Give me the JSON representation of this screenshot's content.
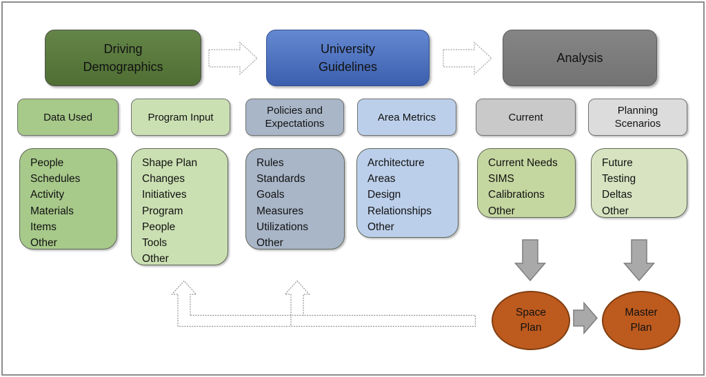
{
  "top_row": {
    "driving_demographics": "Driving\nDemographics",
    "university_guidelines": "University\nGuidelines",
    "analysis": "Analysis"
  },
  "columns": [
    {
      "header": "Data Used",
      "items": [
        "People",
        "Schedules",
        "Activity",
        "Materials",
        "Items",
        "Other"
      ]
    },
    {
      "header": "Program Input",
      "items": [
        "Shape Plan",
        "Changes",
        "Initiatives",
        "Program",
        "People",
        "Tools",
        "Other"
      ]
    },
    {
      "header": "Policies and\nExpectations",
      "items": [
        "Rules",
        "Standards",
        "Goals",
        "Measures",
        "Utilizations",
        "Other"
      ]
    },
    {
      "header": "Area Metrics",
      "items": [
        "Architecture",
        "Areas",
        "Design",
        "Relationships",
        "Other"
      ]
    },
    {
      "header": "Current",
      "items": [
        "Current Needs",
        "SIMS",
        "Calibrations",
        "Other"
      ]
    },
    {
      "header": "Planning\nScenarios",
      "items": [
        "Future",
        "Testing",
        "Deltas",
        "Other"
      ]
    }
  ],
  "outputs": {
    "space_plan": "Space\nPlan",
    "master_plan": "Master\nPlan"
  },
  "icons": {
    "flow_arrows": "hollow-right-arrow",
    "output_arrows": "solid-down-arrow",
    "between_outputs": "solid-right-arrow",
    "feedback": "dotted-up-arrow-pipes"
  },
  "colors": {
    "text": "#111111",
    "frame": "#8c8c8c",
    "dark-green": "#577437",
    "blue-top": "#6489d1",
    "blue-bottom": "#3c5fae",
    "blue-border": "#32508f",
    "dark-gray": "#7b7b7b",
    "green-mid": "#a7c98a",
    "green-light": "#cbe0b2",
    "blue-gray": "#a9b6c8",
    "light-blue": "#bccfea",
    "gray-mid": "#c9c9c9",
    "gray-light": "#dcdcdc",
    "olive": "#c5d7a0",
    "pale-green": "#d8e4c1",
    "orange": "#bd5a1e",
    "orange-border": "#7f3d10",
    "arrow-gray": "#a9a9a9",
    "arrow-border": "#7d7d7d",
    "dotted-line": "#8f8f8f"
  }
}
